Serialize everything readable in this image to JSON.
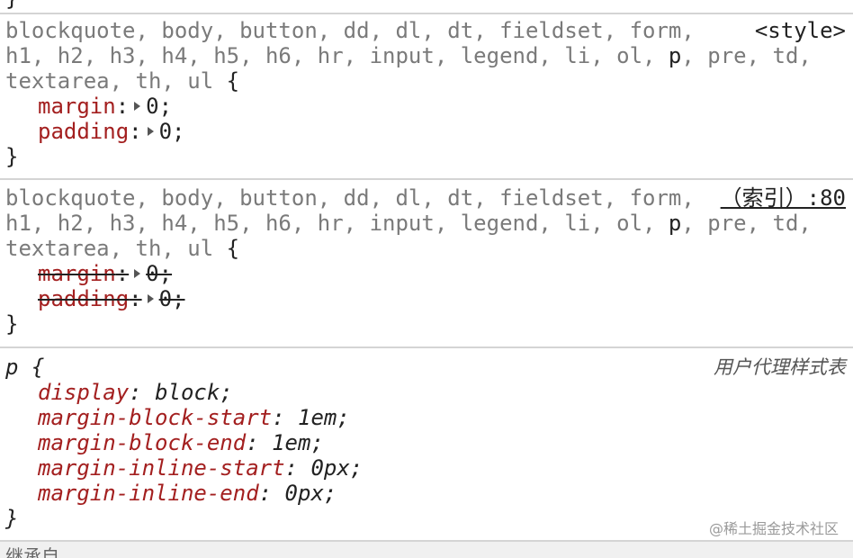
{
  "top_brace": "}",
  "rules": [
    {
      "selector_line1": "blockquote, body, button, dd, dl, dt, fieldset, form,",
      "selector_line2_a": "h1, h2, h3, h4, h5, h6, hr, input, legend, li, ol, ",
      "selector_match": "p",
      "selector_line2_b": ", pre, td,",
      "selector_line3": "textarea, th, ul",
      "open_brace": " {",
      "source": "<style>",
      "declarations": [
        {
          "property": "margin",
          "value": "0;"
        },
        {
          "property": "padding",
          "value": "0;"
        }
      ],
      "close_brace": "}"
    },
    {
      "selector_line1": "blockquote, body, button, dd, dl, dt, fieldset, form,",
      "selector_line2_a": "h1, h2, h3, h4, h5, h6, hr, input, legend, li, ol, ",
      "selector_match": "p",
      "selector_line2_b": ", pre, td,",
      "selector_line3": "textarea, th, ul",
      "open_brace": " {",
      "source": "（索引）:80",
      "declarations": [
        {
          "property": "margin",
          "value": "0;"
        },
        {
          "property": "padding",
          "value": "0;"
        }
      ],
      "close_brace": "}"
    },
    {
      "selector": "p",
      "open_brace": " {",
      "source": "用户代理样式表",
      "declarations": [
        {
          "property": "display",
          "value": "block;"
        },
        {
          "property": "margin-block-start",
          "value": "1em;"
        },
        {
          "property": "margin-block-end",
          "value": "1em;"
        },
        {
          "property": "margin-inline-start",
          "value": "0px;"
        },
        {
          "property": "margin-inline-end",
          "value": "0px;"
        }
      ],
      "close_brace": "}"
    }
  ],
  "watermark": "@稀土掘金技术社区",
  "bottom_section_label": "继承自"
}
